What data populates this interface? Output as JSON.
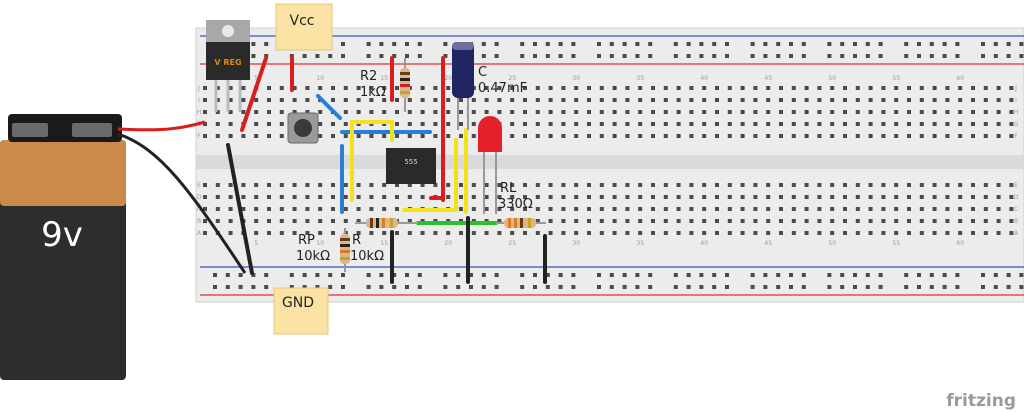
{
  "battery": {
    "label": "9v"
  },
  "regulator": {
    "label": "V REG"
  },
  "notes": {
    "vcc": "Vcc",
    "gnd": "GND"
  },
  "components": {
    "r2": {
      "name": "R2",
      "value": "1kΩ"
    },
    "cap": {
      "name": "C",
      "value": "0.47mF"
    },
    "rp": {
      "name": "RP",
      "value": "10kΩ"
    },
    "r": {
      "name": "R",
      "value": "10kΩ"
    },
    "rl": {
      "name": "RL",
      "value": "330Ω"
    },
    "chip": {
      "label": "555"
    }
  },
  "breadboard": {
    "col_numbers": [
      "5",
      "10",
      "15",
      "20",
      "25",
      "30",
      "35",
      "40",
      "45",
      "50",
      "55",
      "60"
    ],
    "row_letters_top": [
      "J",
      "I",
      "H",
      "G",
      "F"
    ],
    "row_letters_bottom": [
      "E",
      "D",
      "C",
      "B",
      "A"
    ]
  },
  "brand": "fritzing",
  "colors": {
    "board": "#ececec",
    "battery_top": "#c98a4a",
    "battery_body": "#2d2d2d",
    "note": "#fbe3a6",
    "wire_red": "#d81e1e",
    "wire_black": "#222222",
    "wire_blue": "#2a7fd4",
    "wire_yellow": "#f2e21c",
    "wire_green": "#27c227",
    "rail_red": "#e03030",
    "rail_blue": "#3a4fc0",
    "led": "#e6202a",
    "capacitor": "#1f2560"
  }
}
